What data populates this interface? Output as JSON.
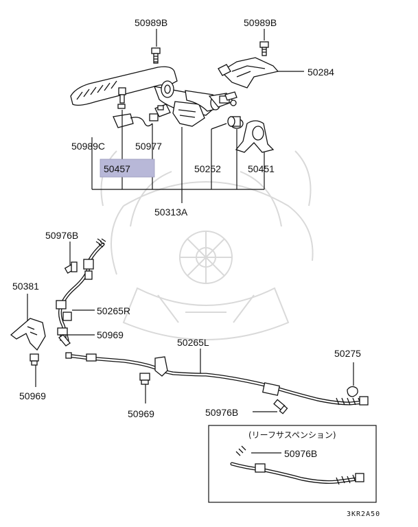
{
  "labels": {
    "top_left_bolt": "50989B",
    "top_right_bolt": "50989B",
    "bracket_right": "50284",
    "bolt_c": "50989C",
    "connector": "50977",
    "highlighted": "50457",
    "bushing": "50252",
    "mount": "50451",
    "assembly": "50313A",
    "rear_bolt": "50976B",
    "side_bracket": "50381",
    "cable_right": "50265R",
    "nut_upper": "50969",
    "cable_left": "50265L",
    "nut_left": "50969",
    "nut_center": "50969",
    "bolt_lower": "50976B",
    "clip": "50275",
    "inset_bolt": "50976B"
  },
  "inset": {
    "title": "(リーフサスペンション)"
  },
  "code": "3KR2A50",
  "colors": {
    "highlight": "#b8b8d8",
    "ink": "#111111",
    "watermark": "#d9d9d9"
  }
}
